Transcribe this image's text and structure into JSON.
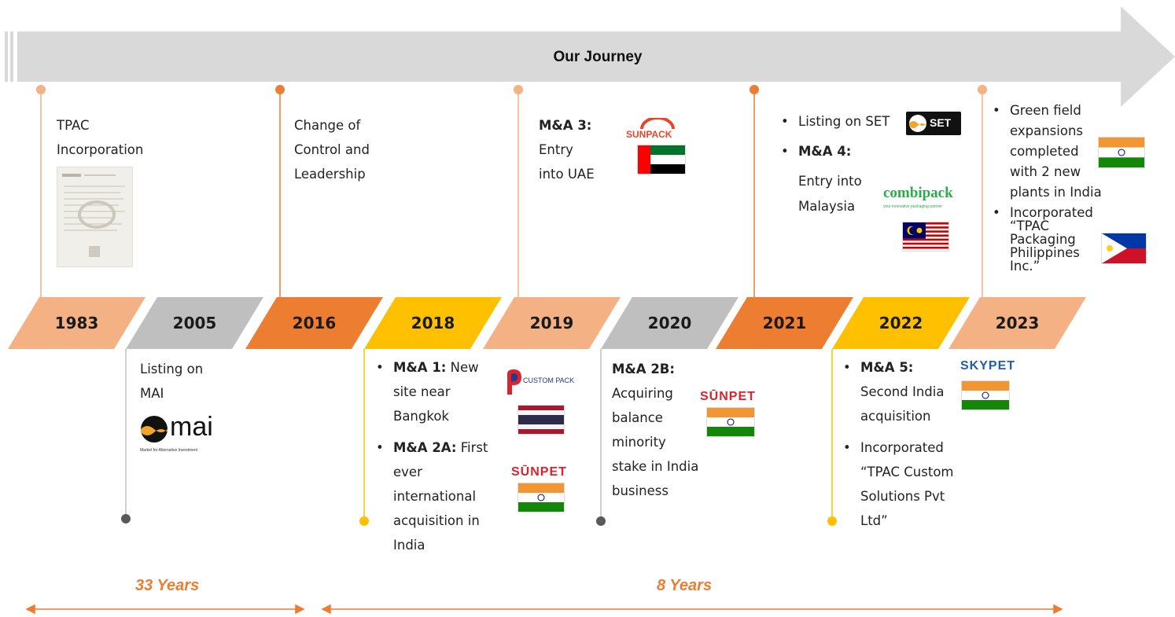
{
  "title": "Our Journey",
  "colors": {
    "light_orange": "#F4B183",
    "grey": "#BFBFBF",
    "dark_orange": "#ED7D31",
    "yellow": "#FFC000",
    "dark_grey": "#595959",
    "banner": "#D9D9D9"
  },
  "years": [
    "1983",
    "2005",
    "2016",
    "2018",
    "2019",
    "2020",
    "2021",
    "2022",
    "2023"
  ],
  "events": {
    "e1983": [
      "TPAC",
      "Incorporation"
    ],
    "e2005": [
      "Listing on",
      "MAI"
    ],
    "e2016": [
      "Change of",
      "Control and",
      "Leadership"
    ],
    "e2018": {
      "b1_bold": "M&A 1:",
      "b1_rest": " New",
      "b1_lines": [
        "site near",
        "Bangkok"
      ],
      "b2_bold": "M&A 2A:",
      "b2_rest": " First",
      "b2_lines": [
        "ever",
        "international",
        "acquisition in",
        "India"
      ]
    },
    "e2019": {
      "bold": "M&A 3:",
      "lines": [
        "Entry",
        "into UAE"
      ]
    },
    "e2020": {
      "bold": "M&A 2B:",
      "lines": [
        "Acquiring",
        "balance",
        "minority",
        "stake in India",
        "business"
      ]
    },
    "e2021": {
      "b1": "Listing on SET",
      "b2_bold": "M&A 4:",
      "lines": [
        "Entry into",
        "Malaysia"
      ]
    },
    "e2022": {
      "b1_bold": "M&A 5:",
      "b1_lines": [
        "Second India",
        "acquisition"
      ],
      "b2_lines": [
        "Incorporated",
        "“TPAC Custom",
        "Solutions Pvt",
        "Ltd”"
      ]
    },
    "e2023": {
      "b1_lines": [
        "Green field",
        "expansions",
        "completed",
        "with 2 new",
        "plants in India"
      ],
      "b2_lines": [
        "Incorporated",
        "“TPAC",
        "Packaging",
        "Philippines",
        "Inc.”"
      ]
    }
  },
  "logos": {
    "mai": "mai",
    "mai_sub": "Market for Alternative Investment",
    "custom_pack": "CUSTOM PACK",
    "sunpet": "SŪNPET",
    "sunpack": "SUNPACK",
    "set": "SET",
    "combipack": "combipack",
    "combipack_sub": "your innovative packaging partner",
    "skypet": "SKYPET"
  },
  "spans": {
    "left": "33 Years",
    "right": "8 Years"
  }
}
